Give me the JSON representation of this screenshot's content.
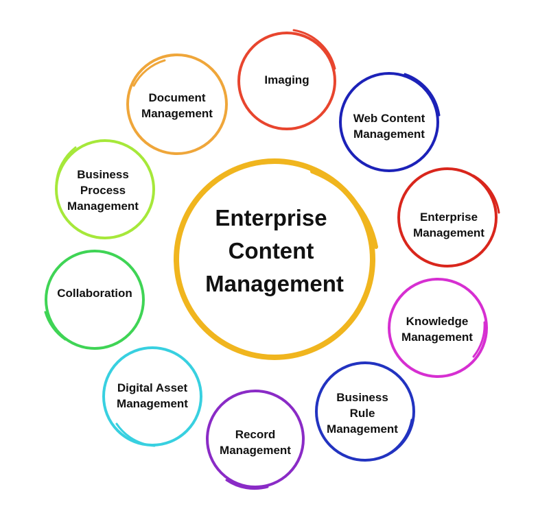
{
  "center": {
    "lines": [
      "Enterprise",
      "Content",
      "Management"
    ],
    "color": "#F0B51E"
  },
  "satellites": [
    {
      "id": "imaging",
      "lines": [
        "Imaging"
      ],
      "color": "#E8452E"
    },
    {
      "id": "web-content-management",
      "lines": [
        "Web Content",
        "Management"
      ],
      "color": "#1C22B8"
    },
    {
      "id": "enterprise-management",
      "lines": [
        "Enterprise",
        "Management"
      ],
      "color": "#D9261C"
    },
    {
      "id": "knowledge-management",
      "lines": [
        "Knowledge",
        "Management"
      ],
      "color": "#D62FD1"
    },
    {
      "id": "business-rule-management",
      "lines": [
        "Business",
        "Rule",
        "Management"
      ],
      "color": "#2233C0"
    },
    {
      "id": "record-management",
      "lines": [
        "Record",
        "Management"
      ],
      "color": "#8A2BC6"
    },
    {
      "id": "digital-asset-management",
      "lines": [
        "Digital Asset",
        "Management"
      ],
      "color": "#38D0E0"
    },
    {
      "id": "collaboration",
      "lines": [
        "Collaboration"
      ],
      "color": "#3FD455"
    },
    {
      "id": "business-process-management",
      "lines": [
        "Business",
        "Process",
        "Management"
      ],
      "color": "#A6E83A"
    },
    {
      "id": "document-management",
      "lines": [
        "Document",
        "Management"
      ],
      "color": "#EFA63A"
    }
  ]
}
